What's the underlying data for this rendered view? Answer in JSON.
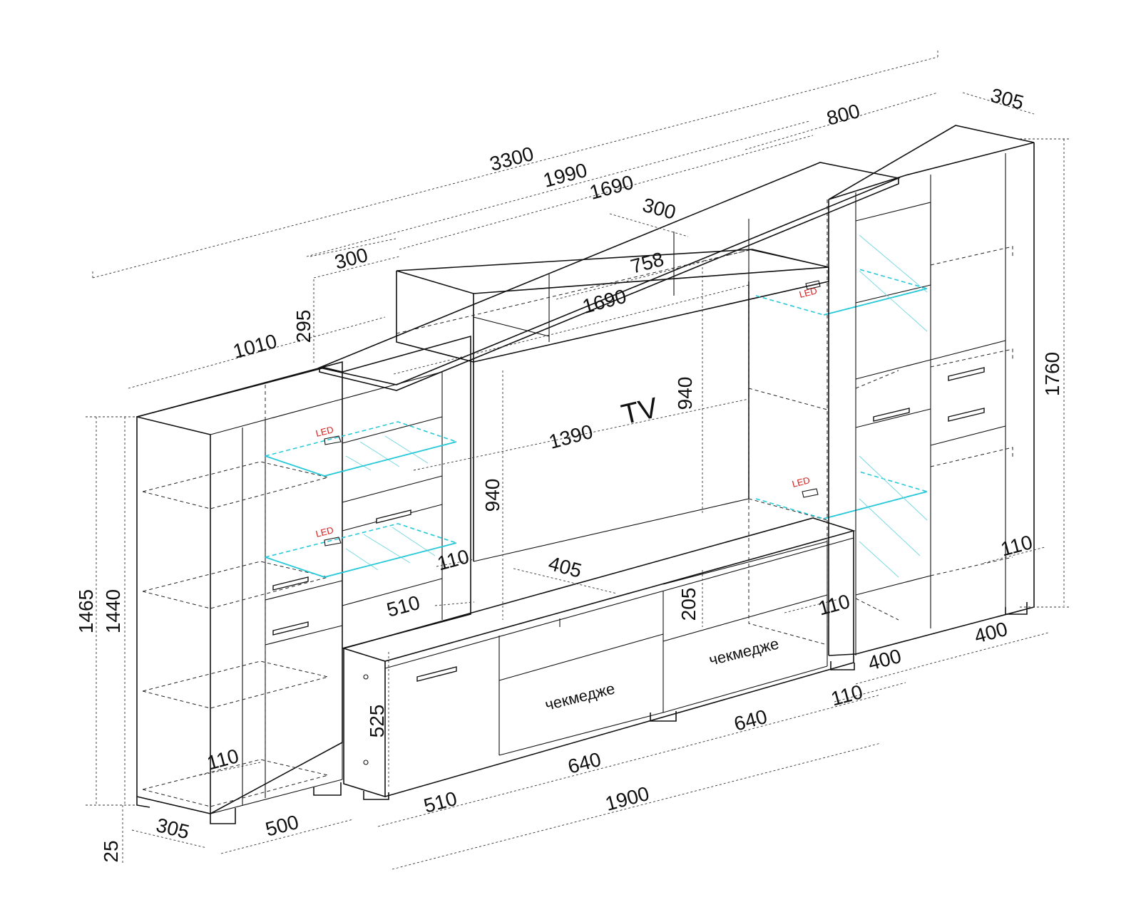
{
  "dimensions": {
    "total_width": "3300",
    "upper_span": "1990",
    "upper_shelf": "1690",
    "upper_shelf_lower": "1690",
    "upper_depth": "300",
    "left_top_depth": "300",
    "right_section": "800",
    "right_depth": "305",
    "top_height": "295",
    "left_span": "1010",
    "upper_inner": "758",
    "tv_width": "1390",
    "tv_height_right": "940",
    "tv_height_left": "940",
    "full_height": "1760",
    "left_height_total": "1465",
    "left_height_inner": "1440",
    "plinth": "25",
    "left_depth": "305",
    "left_width": "500",
    "left_foot_gap": "110",
    "glass_gap": "110",
    "glass_depth": "510",
    "tv_niche": "405",
    "drawer_height": "205",
    "base_depth": "510",
    "base_drawer_a": "640",
    "base_drawer_b": "640",
    "base_total": "1900",
    "base_height": "525",
    "base_right_gap": "110",
    "base_foot_gap": "110",
    "right_tall_a": "400",
    "right_tall_b": "400",
    "right_foot_gap": "110"
  },
  "labels": {
    "tv": "TV",
    "drawer_left": "чекмедже",
    "drawer_right": "чекмедже",
    "led_1": "LED",
    "led_2": "LED",
    "led_3": "LED",
    "led_4": "LED"
  },
  "colors": {
    "line": "#111111",
    "led_glass": "#29c9d8",
    "led_text": "#d42020",
    "background": "#ffffff"
  }
}
